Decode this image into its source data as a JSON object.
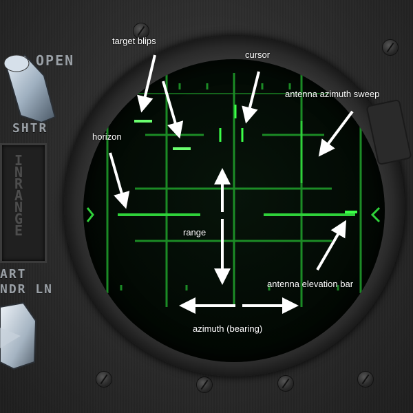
{
  "panel": {
    "stencils": {
      "open": "OPEN",
      "shtr": "SHTR",
      "range_box_text": "IN RANGE",
      "art_line": "ART",
      "ndr_line": "NDR LN"
    },
    "colors": {
      "scope_green": "#2fd23a",
      "grid_green": "#1f9a2a",
      "label_white": "#ffffff"
    }
  },
  "annotations": {
    "target_blips": "target blips",
    "cursor": "cursor",
    "antenna_azimuth_sweep": "antenna azimuth sweep",
    "horizon": "horizon",
    "range": "range",
    "antenna_elevation_bar": "antenna elevation bar",
    "azimuth_bearing": "azimuth (bearing)"
  },
  "icons": [
    "bezel-screw-icon",
    "knob-icon",
    "arrow-icon"
  ]
}
